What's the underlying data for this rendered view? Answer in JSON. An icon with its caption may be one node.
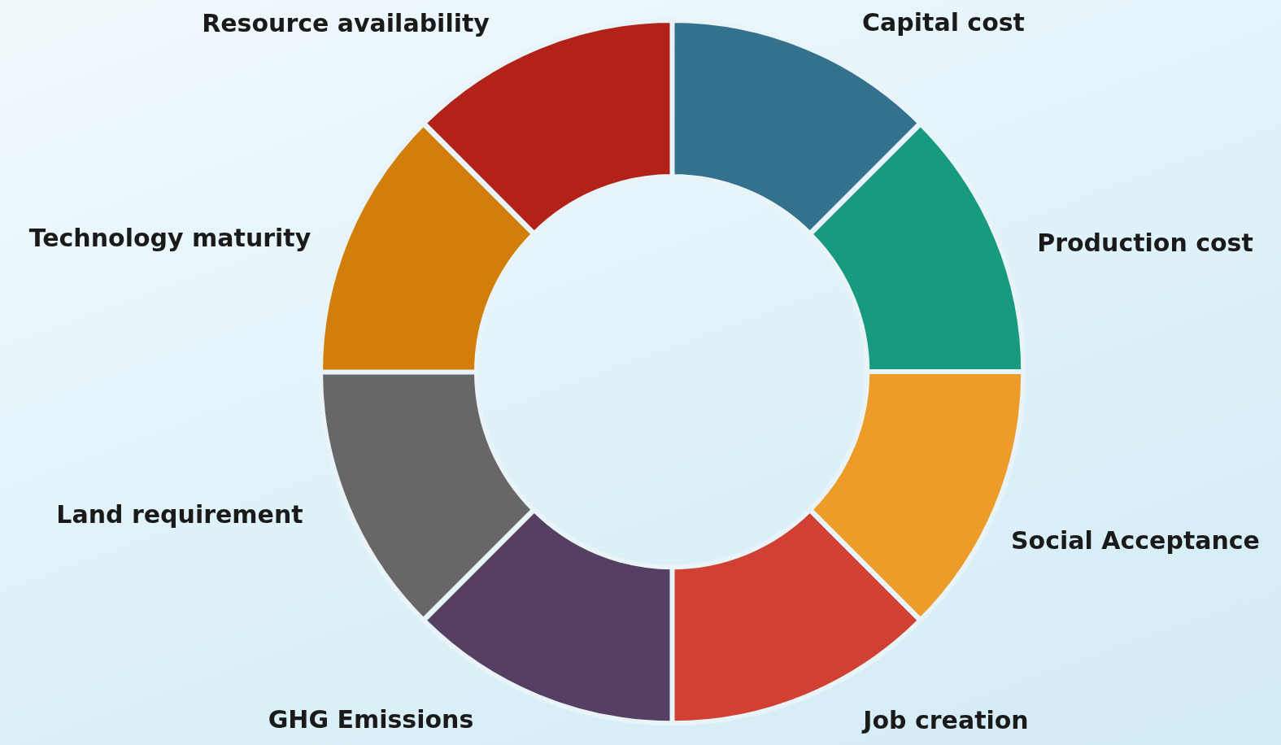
{
  "diagram": {
    "nodes": [
      {
        "text": [
          "Capital cost"
        ]
      },
      {
        "text": [
          "Production cost"
        ]
      },
      {
        "text": [
          "Social Acceptance"
        ]
      },
      {
        "text": [
          "Job creation"
        ]
      },
      {
        "text": [
          "GHG Emissions"
        ]
      },
      {
        "text": [
          "Land requirement"
        ]
      },
      {
        "text": [
          "Technology maturity"
        ]
      },
      {
        "text": [
          "Resource availability"
        ]
      }
    ]
  }
}
